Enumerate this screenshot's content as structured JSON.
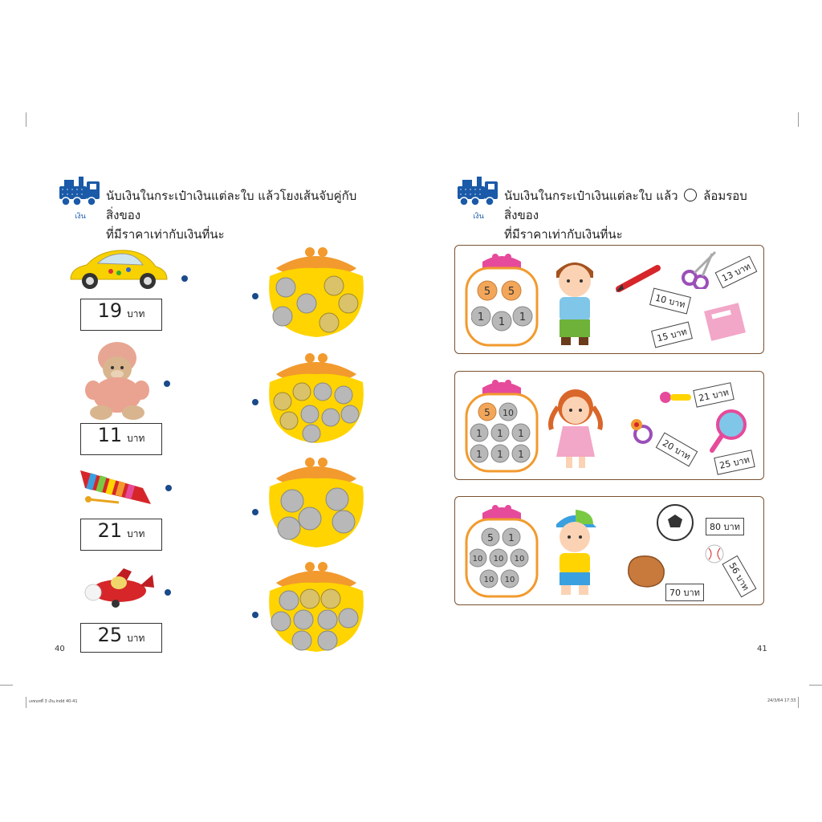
{
  "left_page": {
    "instruction": {
      "line1": "นับเงินในกระเป๋าเงินแต่ละใบ แล้วโยงเส้นจับคู่กับสิ่งของ",
      "line2": "ที่มีราคาเท่ากับเงินที่นะ"
    },
    "badge_label": "เงิน",
    "items": [
      {
        "name": "toy-car",
        "price": "19",
        "unit": "บาท"
      },
      {
        "name": "teddy-bear",
        "price": "11",
        "unit": "บาท"
      },
      {
        "name": "xylophone",
        "price": "21",
        "unit": "บาท"
      },
      {
        "name": "toy-plane",
        "price": "25",
        "unit": "บาท"
      }
    ],
    "page_number": "40"
  },
  "right_page": {
    "instruction": {
      "line1a": "นับเงินในกระเป๋าเงินแต่ละใบ แล้ว",
      "line1b": "ล้อมรอบสิ่งของ",
      "line2": "ที่มีราคาเท่ากับเงินที่นะ"
    },
    "badge_label": "เงิน",
    "panels": [
      {
        "coins": [
          "5",
          "5",
          "1",
          "1",
          "1"
        ],
        "tags": [
          "10 บาท",
          "13 บาท",
          "15 บาท"
        ]
      },
      {
        "coins": [
          "5",
          "10",
          "1",
          "1",
          "1",
          "1",
          "1",
          "1"
        ],
        "tags": [
          "21 บาท",
          "20 บาท",
          "25 บาท"
        ]
      },
      {
        "coins": [
          "5",
          "1",
          "10",
          "10",
          "10",
          "10",
          "10"
        ],
        "tags": [
          "80 บาท",
          "56 บาท",
          "70 บาท"
        ]
      }
    ],
    "page_number": "41"
  },
  "footer": {
    "left": "เลขบทที่ 3 เงิน.indd 40-41",
    "right": "24/3/64 17:33"
  },
  "colors": {
    "badge_blue": "#1a5aa8",
    "purse_yellow": "#ffd400",
    "purse_orange": "#f29a2e",
    "panel_border": "#7a5230",
    "dot_blue": "#1a4a8a"
  }
}
